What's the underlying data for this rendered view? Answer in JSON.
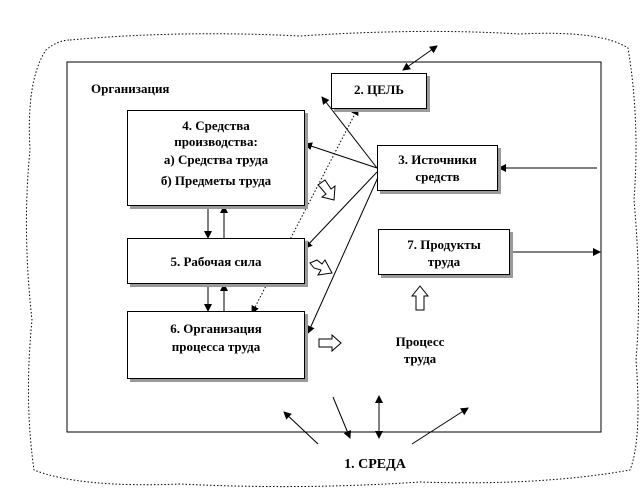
{
  "diagram": {
    "organization_label": "Организация",
    "goal": "2. ЦЕЛЬ",
    "means": {
      "line1": "4. Средства",
      "line2": "производства:",
      "line3": "а) Средства труда",
      "line4": "б) Предметы труда"
    },
    "sources": {
      "line1": "3. Источники",
      "line2": "средств"
    },
    "workforce": "5. Рабочая сила",
    "products": {
      "line1": "7. Продукты",
      "line2": "труда"
    },
    "org_process": {
      "line1": "6. Организация",
      "line2": "процесса труда"
    },
    "labor_process": {
      "line1": "Процесс",
      "line2": "труда"
    },
    "environment": "1. СРЕДА"
  }
}
